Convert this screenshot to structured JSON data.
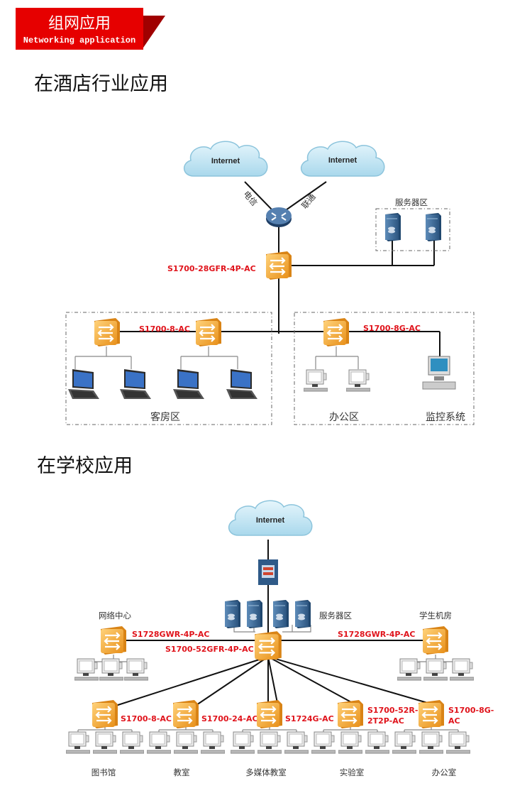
{
  "banner": {
    "title": "组网应用",
    "subtitle": "Networking application",
    "color": "#e60000",
    "shadow_color": "#a00000"
  },
  "hotel": {
    "heading": "在酒店行业应用",
    "internet_1": "Internet",
    "internet_2": "Internet",
    "isp_1": "电信",
    "isp_2": "联通",
    "server_zone": "服务器区",
    "core_switch": "S1700-28GFR-4P-AC",
    "guest_switch": "S1700-8-AC",
    "office_switch": "S1700-8G-AC",
    "guest_zone": "客房区",
    "office_zone": "办公区",
    "monitor_zone": "监控系统"
  },
  "school": {
    "heading": "在学校应用",
    "internet": "Internet",
    "server_zone": "服务器区",
    "network_center": "网络中心",
    "student_lab": "学生机房",
    "left_switch": "S1728GWR-4P-AC",
    "right_switch": "S1728GWR-4P-AC",
    "core_switch": "S1700-52GFR-4P-AC",
    "branches": [
      {
        "switch": "S1700-8-AC",
        "place": "图书馆"
      },
      {
        "switch": "S1700-24-AC",
        "place": "教室"
      },
      {
        "switch": "S1724G-AC",
        "place": "多媒体教室"
      },
      {
        "switch": "S1700-52R-2T2P-AC",
        "switch_line1": "S1700-52R-",
        "switch_line2": "2T2P-AC",
        "place": "实验室"
      },
      {
        "switch": "S1700-8G-AC",
        "switch_line1": "S1700-8G-",
        "switch_line2": "AC",
        "place": "办公室"
      }
    ]
  },
  "colors": {
    "label_red": "#e0141c",
    "switch_orange": "#f5a623",
    "server_blue": "#3d6a96",
    "cloud_blue": "#bfe3f2"
  }
}
